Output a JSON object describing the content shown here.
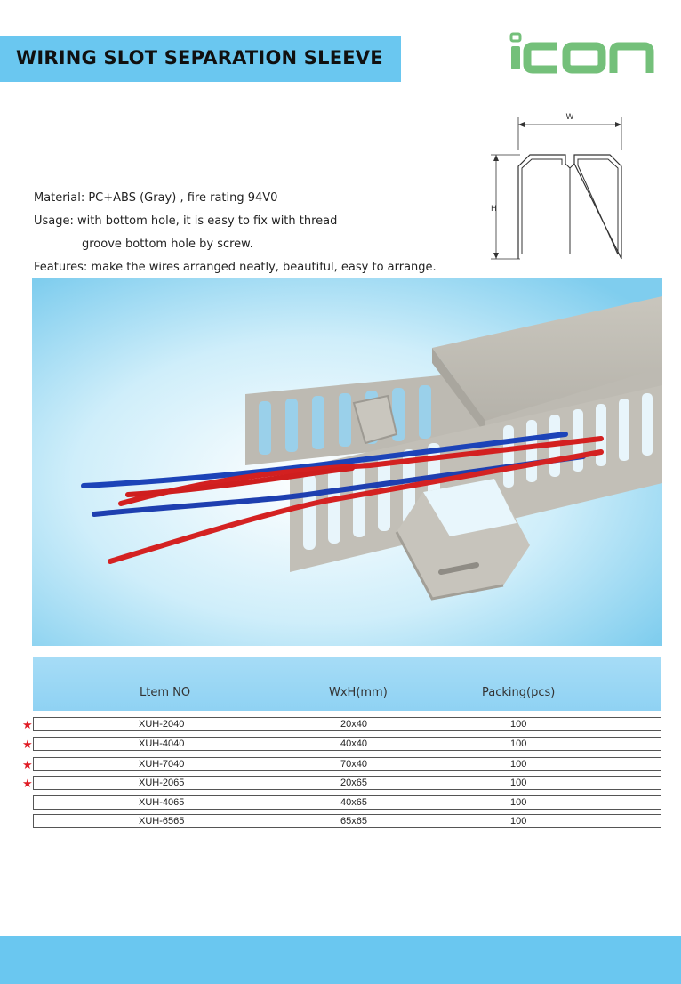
{
  "header": {
    "title": "WIRING SLOT SEPARATION SLEEVE"
  },
  "logo": {
    "text": "ICON",
    "color": "#74c07a"
  },
  "specs": {
    "material": "Material:  PC+ABS (Gray) , fire rating 94V0",
    "usage_line1": "Usage: with bottom hole, it is easy to fix with thread",
    "usage_line2": "groove bottom hole by screw.",
    "features": "Features: make the wires arranged neatly, beautiful, easy to arrange."
  },
  "diagram": {
    "width_label": "W",
    "height_label": "H"
  },
  "table": {
    "headers": [
      "Ltem NO",
      "WxH(mm)",
      "Packing(pcs)"
    ],
    "rows": [
      {
        "star": true,
        "item": "XUH-2040",
        "size": "20x40",
        "packing": "100"
      },
      {
        "star": true,
        "item": "XUH-4040",
        "size": "40x40",
        "packing": "100"
      },
      {
        "star": true,
        "item": "XUH-7040",
        "size": "70x40",
        "packing": "100"
      },
      {
        "star": true,
        "item": "XUH-2065",
        "size": "20x65",
        "packing": "100"
      },
      {
        "star": false,
        "item": "XUH-4065",
        "size": "40x65",
        "packing": "100"
      },
      {
        "star": false,
        "item": "XUH-6565",
        "size": "65x65",
        "packing": "100"
      }
    ]
  },
  "colors": {
    "accent": "#6ac7f0",
    "star": "#e01b24",
    "table_header": "#a6dcf6"
  }
}
